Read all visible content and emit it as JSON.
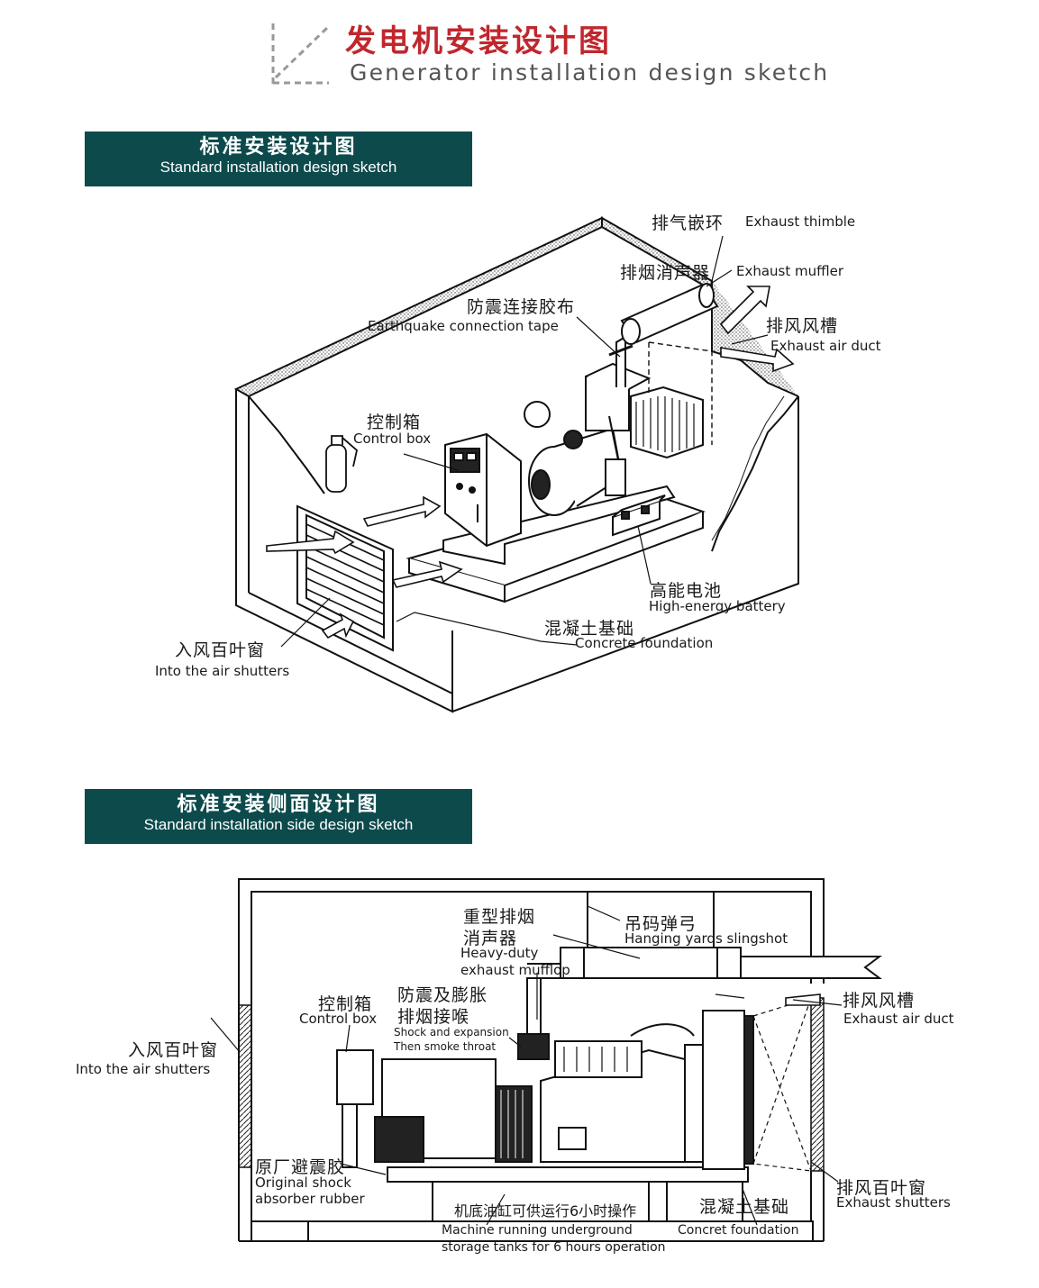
{
  "header": {
    "title_cn": "发电机安装设计图",
    "title_en": "Generator installation design sketch"
  },
  "section1": {
    "banner_cn": "标准安装设计图",
    "banner_en": "Standard installation design sketch",
    "labels": {
      "exhaust_thimble_cn": "排气嵌环",
      "exhaust_thimble_en": "Exhaust thimble",
      "exhaust_muffler_cn": "排烟消声器",
      "exhaust_muffler_en": "Exhaust muffler",
      "earthquake_tape_cn": "防震连接胶布",
      "earthquake_tape_en": "Earthquake connection tape",
      "exhaust_duct_cn": "排风风槽",
      "exhaust_duct_en": "Exhaust air duct",
      "control_box_cn": "控制箱",
      "control_box_en": "Control box",
      "battery_cn": "高能电池",
      "battery_en": "High-energy battery",
      "concrete_cn": "混凝土基础",
      "concrete_en": "Concrete foundation",
      "air_shutters_cn": "入风百叶窗",
      "air_shutters_en": "Into the air shutters"
    }
  },
  "section2": {
    "banner_cn": "标准安装侧面设计图",
    "banner_en": "Standard installation side design sketch",
    "labels": {
      "heavy_muffler_cn_1": "重型排烟",
      "heavy_muffler_cn_2": "消声器",
      "heavy_muffler_en_1": "Heavy-duty",
      "heavy_muffler_en_2": "exhaust mufflop",
      "slingshot_cn": "吊码弹弓",
      "slingshot_en": "Hanging yards slingshot",
      "shock_throat_cn_1": "防震及膨胀",
      "shock_throat_cn_2": "排烟接喉",
      "shock_throat_en_1": "Shock and expansion",
      "shock_throat_en_2": "Then smoke throat",
      "control_box_cn": "控制箱",
      "control_box_en": "Control box",
      "air_shutters_cn": "入风百叶窗",
      "air_shutters_en": "Into the air shutters",
      "exhaust_duct_cn": "排风风槽",
      "exhaust_duct_en": "Exhaust air duct",
      "shock_rubber_cn": "原厂避震胶",
      "shock_rubber_en_1": "Original shock",
      "shock_rubber_en_2": "absorber rubber",
      "fuel_tank_cn": "机底油缸可供运行6小时操作",
      "fuel_tank_en_1": "Machine running underground",
      "fuel_tank_en_2": "storage tanks for 6 hours operation",
      "concrete_cn": "混凝土基础",
      "concrete_en": "Concret foundation",
      "exhaust_shutters_cn": "排风百叶窗",
      "exhaust_shutters_en": "Exhaust shutters"
    }
  },
  "colors": {
    "title_red": "#c0272d",
    "banner_teal": "#0d4a4c",
    "title_gray": "#555555"
  }
}
